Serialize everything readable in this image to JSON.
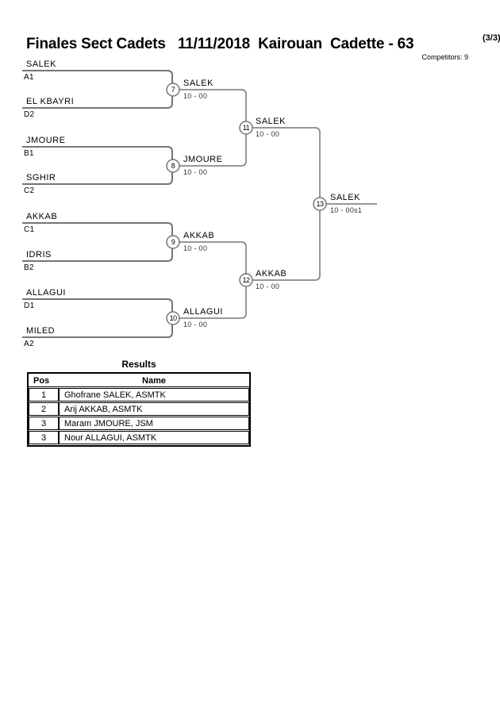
{
  "header": {
    "title": "Finales Sect Cadets   11/11/2018  Kairouan  Cadette - 63",
    "page_indicator": "(3/3)",
    "competitors_label": "Competitors: 9"
  },
  "bracket": {
    "round1": [
      {
        "match_no": "7",
        "top_name": "SALEK",
        "top_seed": "A1",
        "bottom_name": "EL KBAYRI",
        "bottom_seed": "D2",
        "winner_name": "SALEK",
        "winner_score": "10 - 00"
      },
      {
        "match_no": "8",
        "top_name": "JMOURE",
        "top_seed": "B1",
        "bottom_name": "SGHIR",
        "bottom_seed": "C2",
        "winner_name": "JMOURE",
        "winner_score": "10 - 00"
      },
      {
        "match_no": "9",
        "top_name": "AKKAB",
        "top_seed": "C1",
        "bottom_name": "IDRIS",
        "bottom_seed": "B2",
        "winner_name": "AKKAB",
        "winner_score": "10 - 00"
      },
      {
        "match_no": "10",
        "top_name": "ALLAGUI",
        "top_seed": "D1",
        "bottom_name": "MILED",
        "bottom_seed": "A2",
        "winner_name": "ALLAGUI",
        "winner_score": "10 - 00"
      }
    ],
    "semifinals": [
      {
        "match_no": "11",
        "winner_name": "SALEK",
        "winner_score": "10 - 00"
      },
      {
        "match_no": "12",
        "winner_name": "AKKAB",
        "winner_score": "10 - 00"
      }
    ],
    "final": {
      "match_no": "13",
      "winner_name": "SALEK",
      "winner_score": "10 - 00s1"
    }
  },
  "results": {
    "title": "Results",
    "columns": [
      "Pos",
      "Name"
    ],
    "rows": [
      {
        "pos": "1",
        "name": "Ghofrane SALEK, ASMTK"
      },
      {
        "pos": "2",
        "name": "Arij AKKAB, ASMTK"
      },
      {
        "pos": "3",
        "name": "Maram JMOURE, JSM"
      },
      {
        "pos": "3",
        "name": "Nour ALLAGUI, ASMTK"
      }
    ]
  },
  "colors": {
    "bracket_line": "#757575",
    "text": "#000000",
    "score_text": "#333333",
    "background": "#ffffff"
  }
}
